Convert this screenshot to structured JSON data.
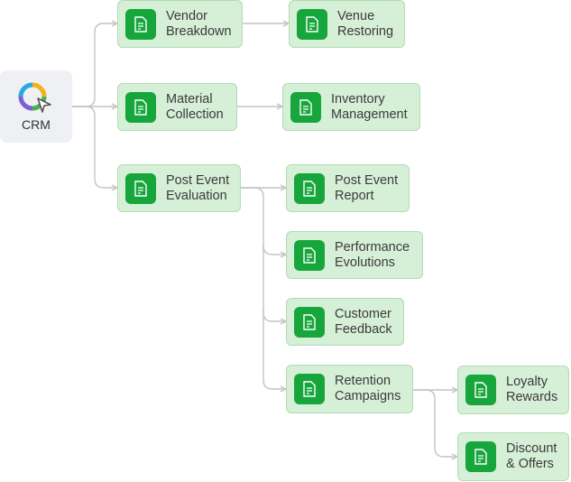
{
  "root": {
    "label": "CRM",
    "icon": "crm-logo-icon"
  },
  "nodes": {
    "vendor_breakdown": "Vendor\nBreakdown",
    "venue_restoring": "Venue\nRestoring",
    "material_collection": "Material\nCollection",
    "inventory_management": "Inventory\nManagement",
    "post_event_evaluation": "Post Event\nEvaluation",
    "post_event_report": "Post Event\nReport",
    "performance_evolutions": "Performance\nEvolutions",
    "customer_feedback": "Customer\nFeedback",
    "retention_campaigns": "Retention\nCampaigns",
    "loyalty_rewards": "Loyalty\nRewards",
    "discount_offers": "Discount\n& Offers"
  },
  "node_icon": "document-icon",
  "colors": {
    "node_bg": "#d6efd7",
    "node_border": "#b1dcb4",
    "icon_bg": "#17a63c",
    "connector": "#c4c4c4"
  }
}
